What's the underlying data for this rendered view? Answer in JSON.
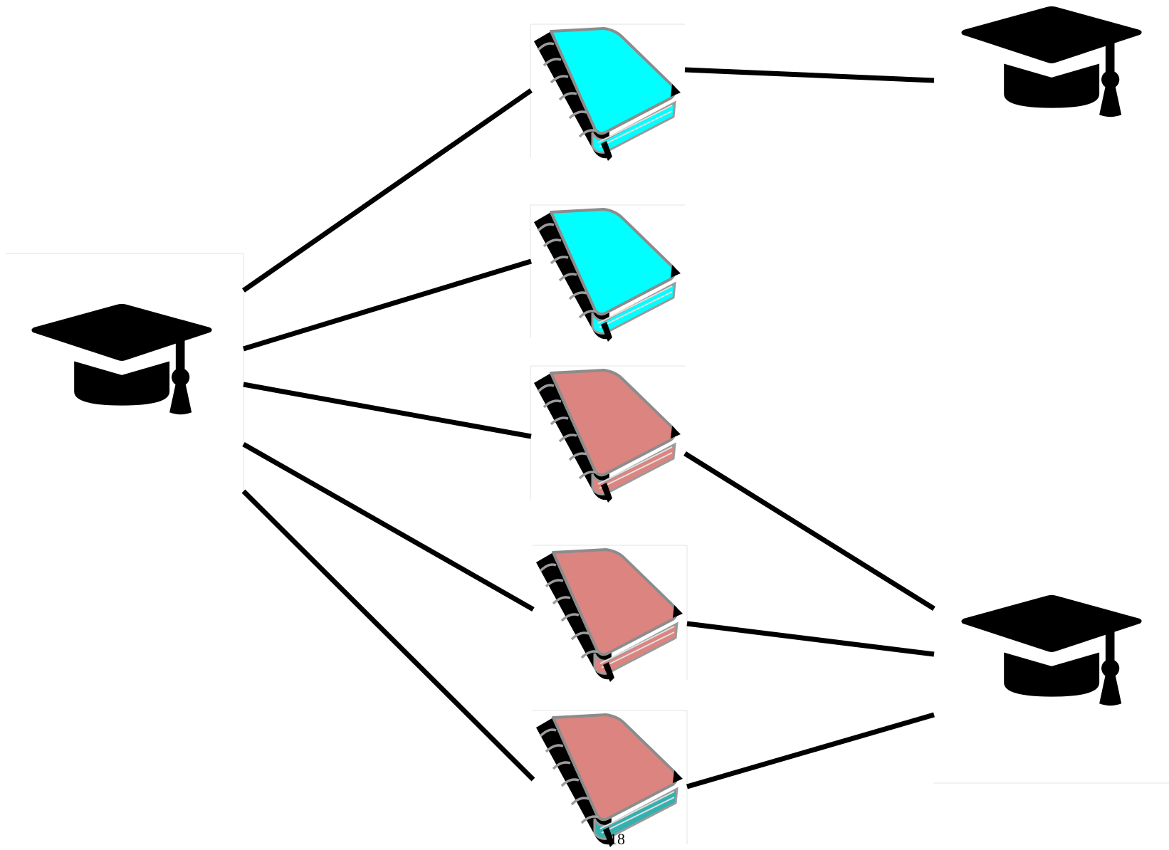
{
  "page_number": "18",
  "nodes": [
    {
      "id": "cap-left",
      "kind": "graduation-cap",
      "color": "#000000"
    },
    {
      "id": "cap-top-right",
      "kind": "graduation-cap",
      "color": "#000000"
    },
    {
      "id": "cap-bottom-right",
      "kind": "graduation-cap",
      "color": "#000000"
    },
    {
      "id": "book-1",
      "kind": "book",
      "cover_color": "#00ffff",
      "page_edge_color": "#00ffff"
    },
    {
      "id": "book-2",
      "kind": "book",
      "cover_color": "#00ffff",
      "page_edge_color": "#00ffff"
    },
    {
      "id": "book-3",
      "kind": "book",
      "cover_color": "#dc8480",
      "page_edge_color": "#dc8480"
    },
    {
      "id": "book-4",
      "kind": "book",
      "cover_color": "#dc8480",
      "page_edge_color": "#dc8480"
    },
    {
      "id": "book-5",
      "kind": "book",
      "cover_color": "#dc8480",
      "page_edge_color": "#33b0b0"
    }
  ],
  "edges": [
    {
      "from": "cap-left",
      "to": "book-1"
    },
    {
      "from": "cap-left",
      "to": "book-2"
    },
    {
      "from": "cap-left",
      "to": "book-3"
    },
    {
      "from": "cap-left",
      "to": "book-4"
    },
    {
      "from": "cap-left",
      "to": "book-5"
    },
    {
      "from": "book-1",
      "to": "cap-top-right"
    },
    {
      "from": "book-3",
      "to": "cap-bottom-right"
    },
    {
      "from": "book-4",
      "to": "cap-bottom-right"
    },
    {
      "from": "book-5",
      "to": "cap-bottom-right"
    }
  ]
}
